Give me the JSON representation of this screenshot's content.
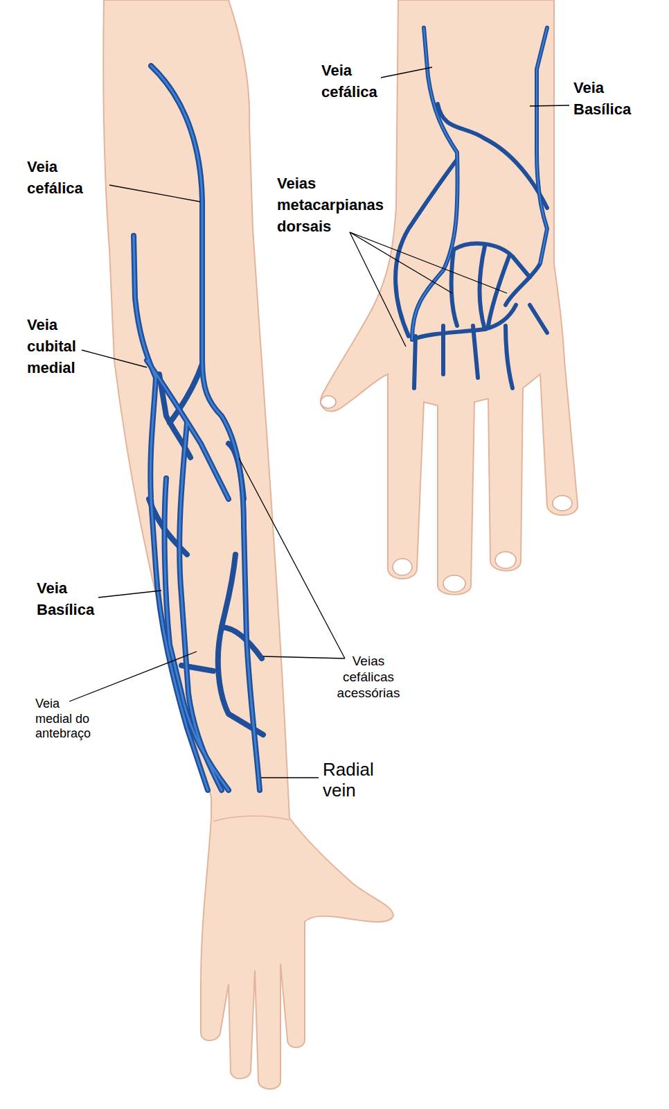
{
  "diagram": {
    "labels": [
      "Veia cefálica",
      "Veia Basílica",
      "Veia cefálica",
      "Veias metacarpianas dorsais",
      "Veia cubital medial",
      "Veia Basílica",
      "Veias cefálicas acessórias",
      "Veia medial do antebraço",
      "Radial vein"
    ]
  }
}
